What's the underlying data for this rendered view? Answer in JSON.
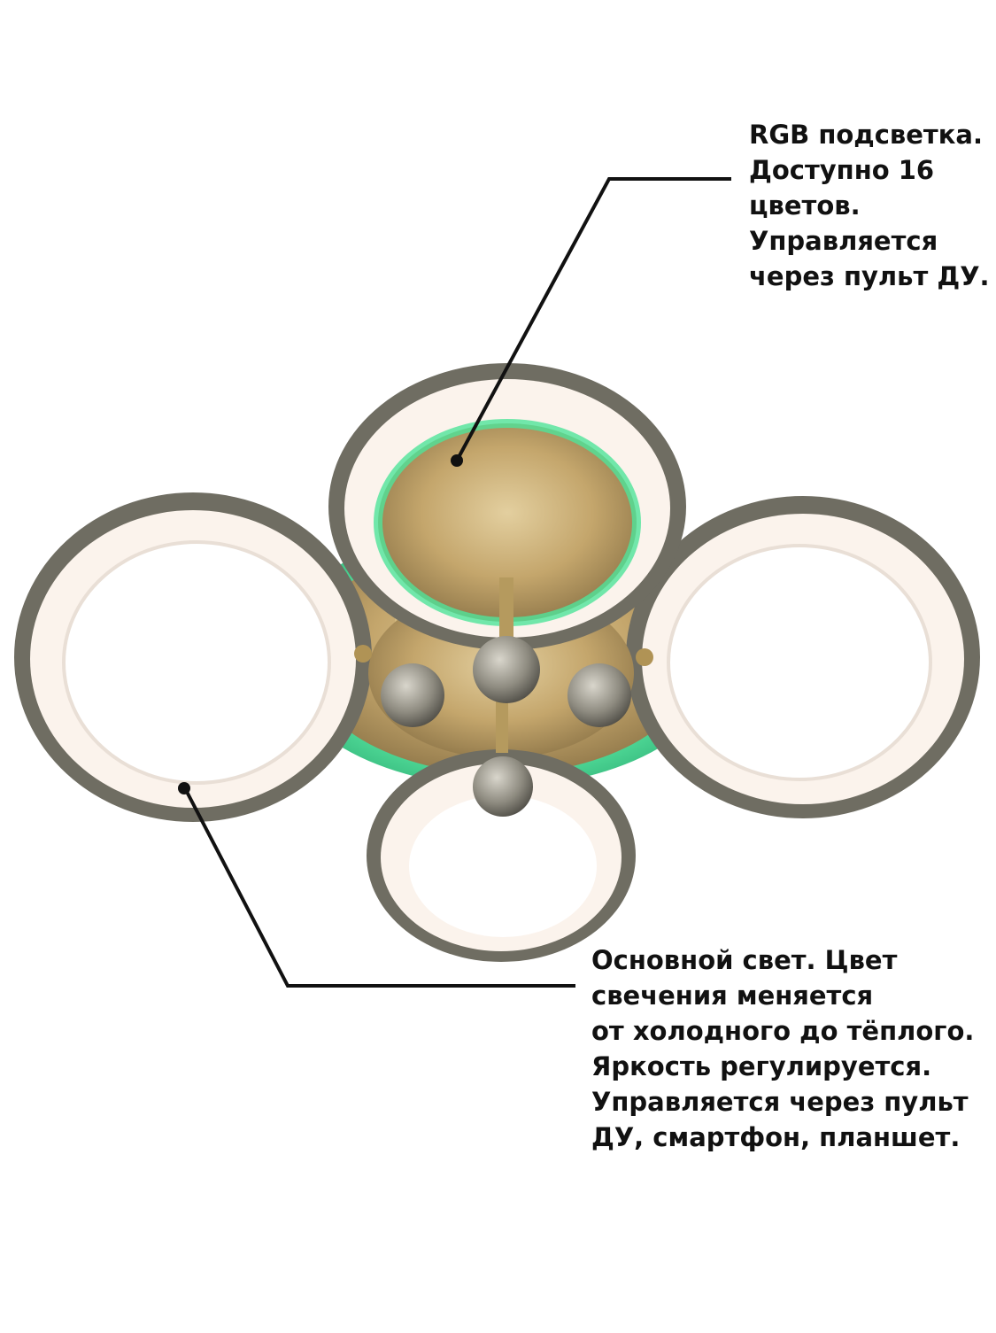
{
  "callouts": {
    "rgb": {
      "lines": [
        "RGB подсветка.",
        "Доступно 16",
        "цветов.",
        "Управляется",
        "через пульт ДУ."
      ]
    },
    "main_light": {
      "lines": [
        "Основной свет. Цвет",
        "свечения меняется",
        "от холодного до тёплого.",
        "Яркость регулируется.",
        "Управляется через пульт",
        "ДУ, смартфон, планшет."
      ]
    }
  },
  "colors": {
    "background": "#ffffff",
    "text": "#111111",
    "leader_line": "#111111",
    "ring_frame": "#6f6d62",
    "ring_glow": "#fbf3ec",
    "rgb_glow": "#4fe39a",
    "brass": "#c4a66c"
  }
}
